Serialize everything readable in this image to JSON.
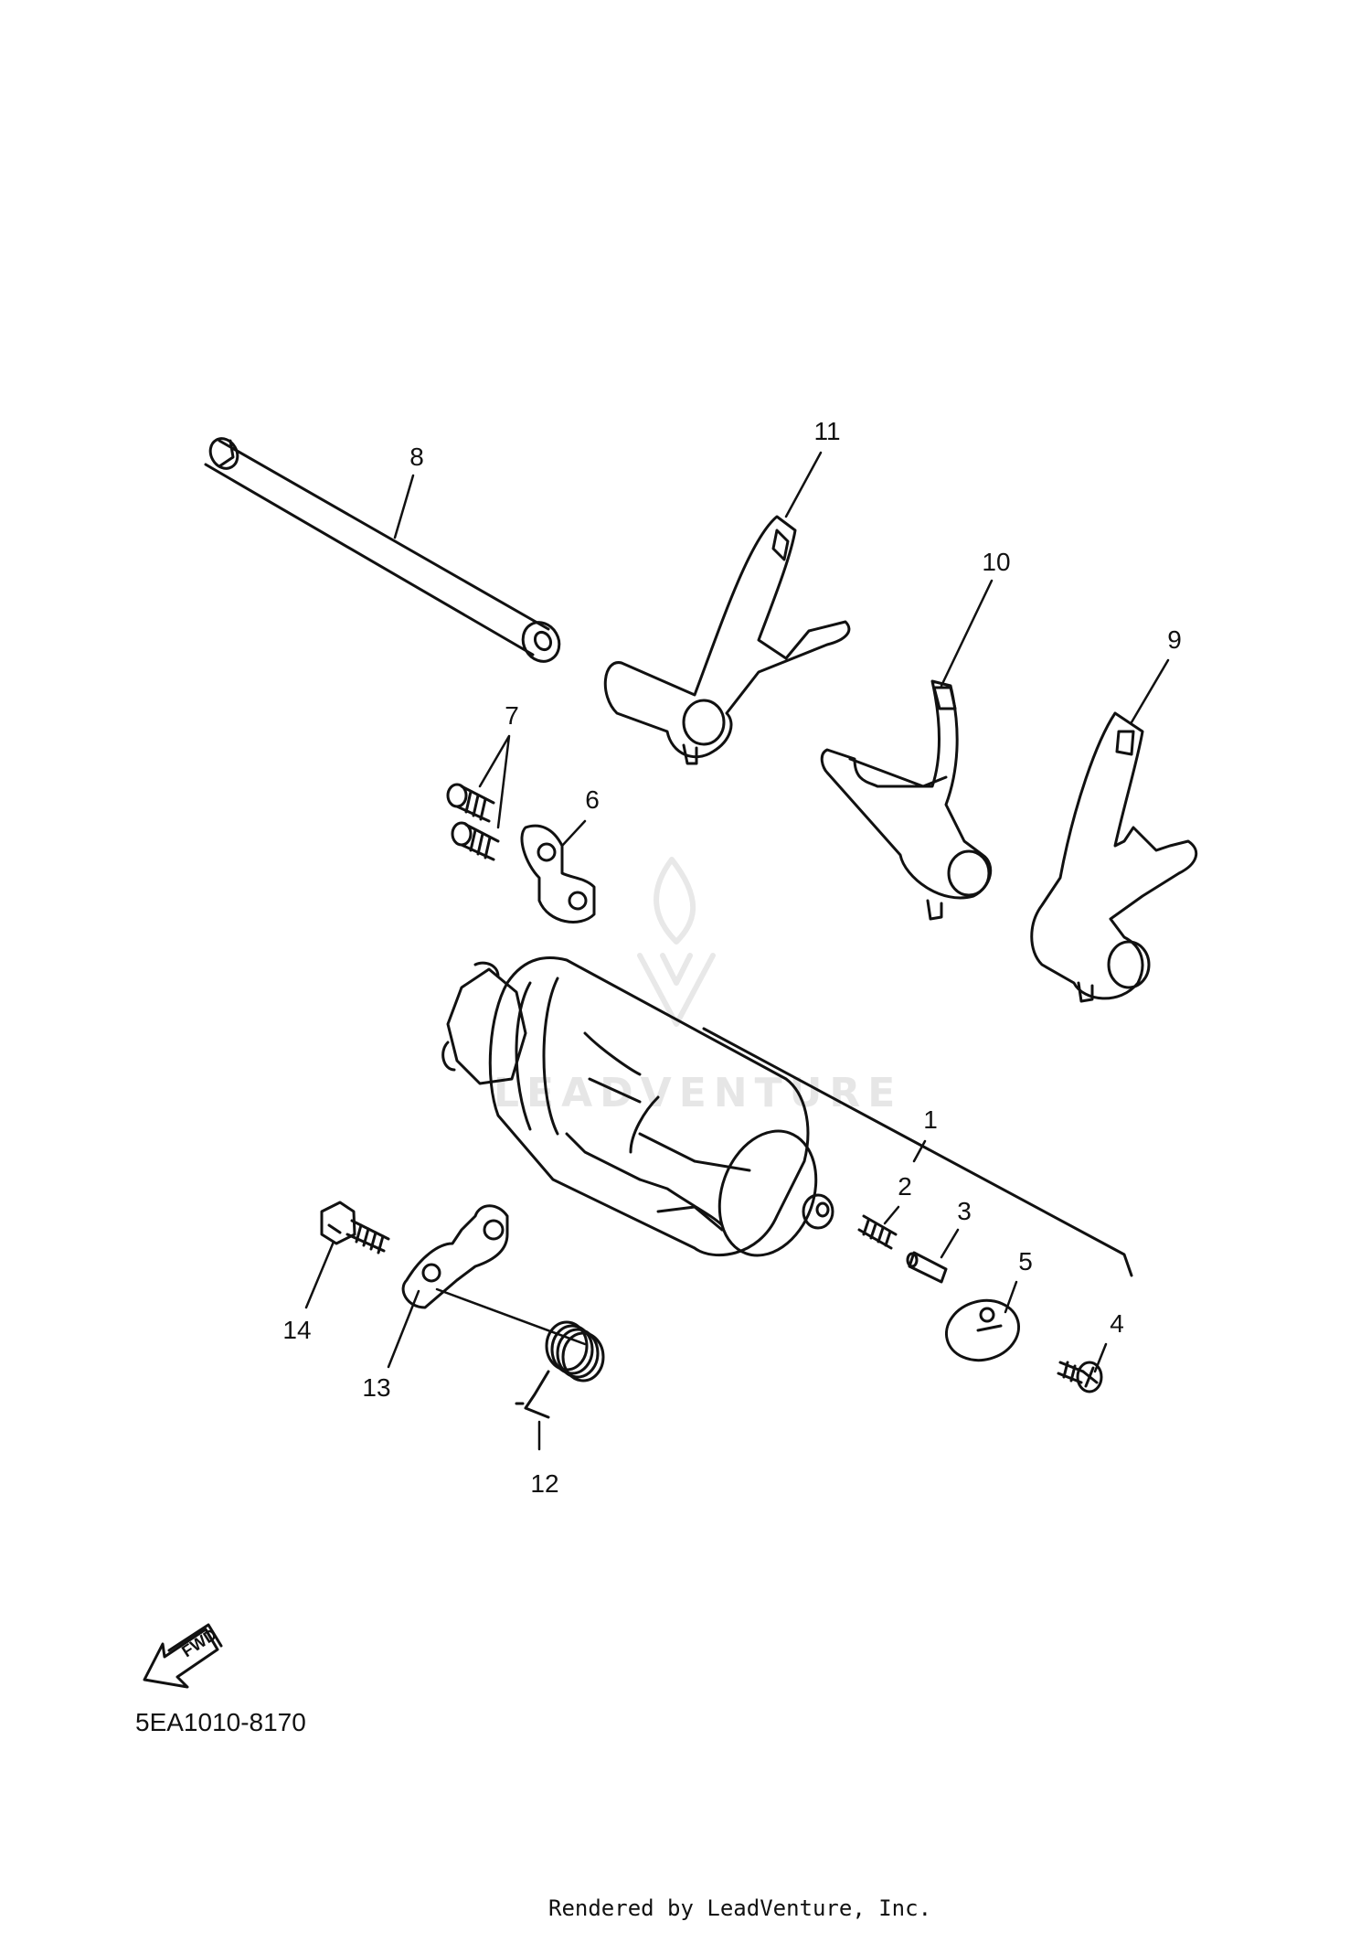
{
  "callouts": {
    "c1": "1",
    "c2": "2",
    "c3": "3",
    "c4": "4",
    "c5": "5",
    "c6": "6",
    "c7": "7",
    "c8": "8",
    "c9": "9",
    "c10": "10",
    "c11": "11",
    "c12": "12",
    "c13": "13",
    "c14": "14"
  },
  "fwd_label": "FWD",
  "diagram_code": "5EA1010-8170",
  "footer": "Rendered by LeadVenture, Inc.",
  "watermark": "LEADVENTURE",
  "colors": {
    "line": "#111111",
    "watermark": "#e6e6e6",
    "background": "#ffffff"
  }
}
